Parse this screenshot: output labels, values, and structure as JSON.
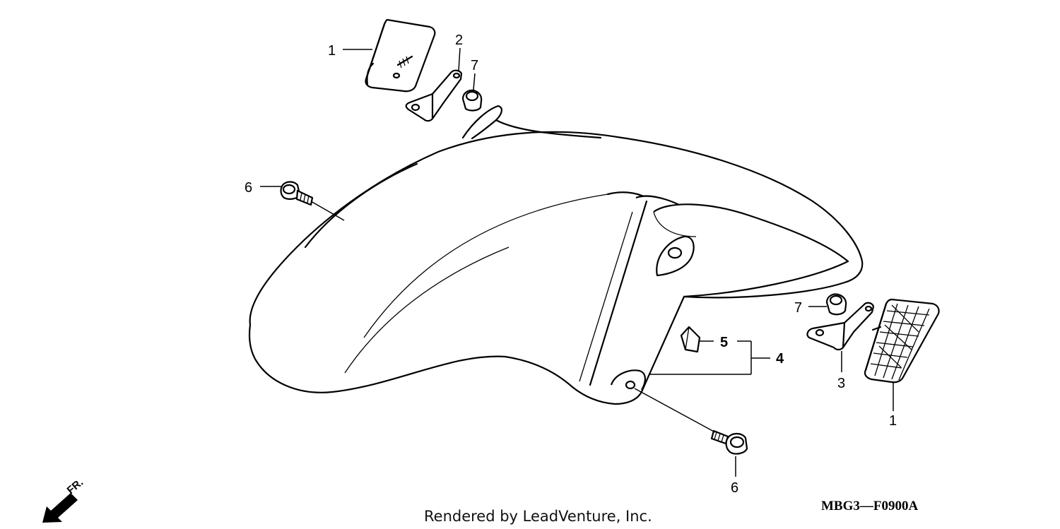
{
  "diagram": {
    "callouts": [
      {
        "id": "c1-left",
        "label": "1"
      },
      {
        "id": "c2",
        "label": "2"
      },
      {
        "id": "c7-top",
        "label": "7"
      },
      {
        "id": "c6-left",
        "label": "6"
      },
      {
        "id": "c7-right",
        "label": "7"
      },
      {
        "id": "c5",
        "label": "5"
      },
      {
        "id": "c4",
        "label": "4"
      },
      {
        "id": "c3",
        "label": "3"
      },
      {
        "id": "c1-right",
        "label": "1"
      },
      {
        "id": "c6-bottom",
        "label": "6"
      }
    ],
    "direction_label": "FR.",
    "diagram_code": "MBG3—F0900A",
    "footer": "Rendered by LeadVenture, Inc.",
    "colors": {
      "ink": "#000000",
      "background": "#ffffff"
    }
  }
}
